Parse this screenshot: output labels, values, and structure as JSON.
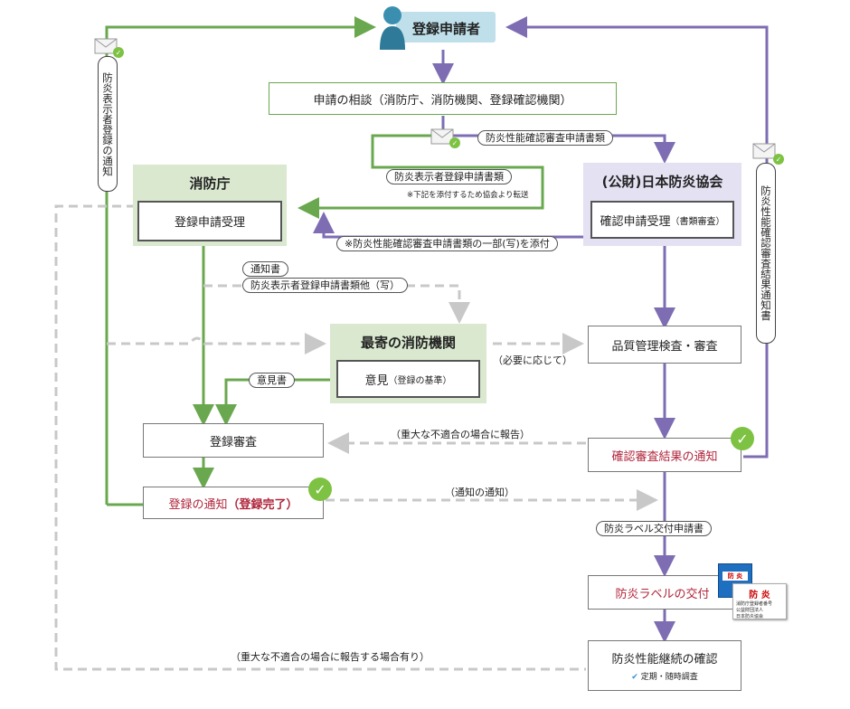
{
  "registrant": "登録申請者",
  "consultation": "申請の相談（消防庁、消防機関、登録確認機関）",
  "fdma": {
    "title": "消防庁",
    "box": "登録申請受理"
  },
  "assoc": {
    "title": "(公財)日本防炎協会",
    "box_main": "確認申請受理",
    "box_sub": "（書類審査）"
  },
  "local": {
    "title": "最寄の消防機関",
    "box_main": "意見",
    "box_sub": "（登録の基準）"
  },
  "quality": "品質管理検査・審査",
  "result_notice": "確認審査結果の通知",
  "reg_review": "登録審査",
  "reg_notice_a": "登録の通知",
  "reg_notice_b": "（登録完了）",
  "label_issue": "防炎ラベルの交付",
  "continuity": {
    "main": "防炎性能継続の確認",
    "sub": "定期・随時調査"
  },
  "pills": {
    "perf_docs": "防炎性能確認審査申請書類",
    "disp_docs": "防炎表示者登録申請書類",
    "partial": "※防炎性能確認審査申請書類の一部(写)を添付",
    "notice_doc": "通知書",
    "disp_docs_copy": "防炎表示者登録申請書類他（写）",
    "opinion": "意見書",
    "label_app": "防炎ラベル交付申請書"
  },
  "notes": {
    "transfer": "※下記を添付するため協会より転送",
    "as_needed": "（必要に応じて）",
    "serious_report": "（重大な不適合の場合に報告）",
    "notice_of_notice": "（通知の通知）",
    "serious_may": "（重大な不適合の場合に報告する場合有り）"
  },
  "vertical": {
    "left": "防炎表示者登録の通知",
    "right": "防炎性能確認審査結果通知書"
  },
  "label_card": {
    "tag1": "防 炎",
    "tag2": "防 炎",
    "text1": "消防庁登録者番号",
    "text2": "公益財団法人",
    "text3": "日本防炎協会"
  },
  "colors": {
    "green": "#6aa84f",
    "purple": "#7e6db3",
    "gray": "#c8c8c8",
    "red": "#b0263c"
  }
}
